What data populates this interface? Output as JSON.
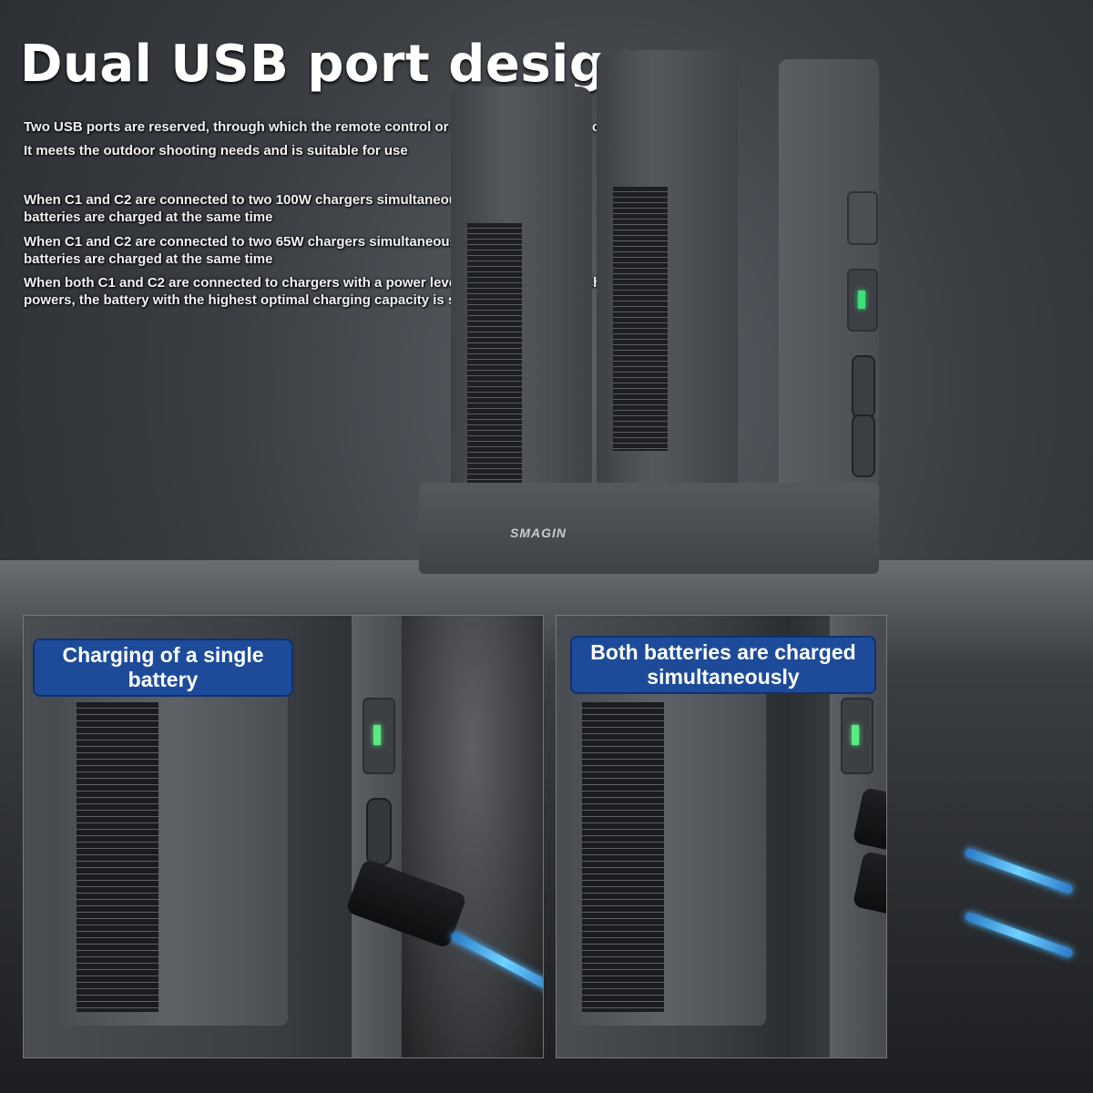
{
  "headline": "Dual USB port design",
  "descriptions": {
    "line1": "Two USB ports are reserved, through which the remote control or mobile phone can be charged",
    "line2": "It meets the outdoor shooting needs and is suitable for use",
    "line3": "When C1 and C2 are connected to two 100W chargers simultaneously, both batteries are charged at the same time",
    "line4": "When C1 and C2 are connected to two 65W chargers simultaneously, both batteries are charged at the same time",
    "line5": "When both C1 and C2 are connected to chargers with a power level lower than 65W or chargers of different powers, the battery with the highest optimal charging capacity is selected"
  },
  "brand": "SMAGIN",
  "panels": {
    "left_tag": "Charging of a single battery",
    "right_tag": "Both batteries are charged simultaneously"
  },
  "colors": {
    "tag_bg": "#1d4b9a",
    "led_green": "#3fe07a",
    "cable_glow": "#49b6ff"
  }
}
